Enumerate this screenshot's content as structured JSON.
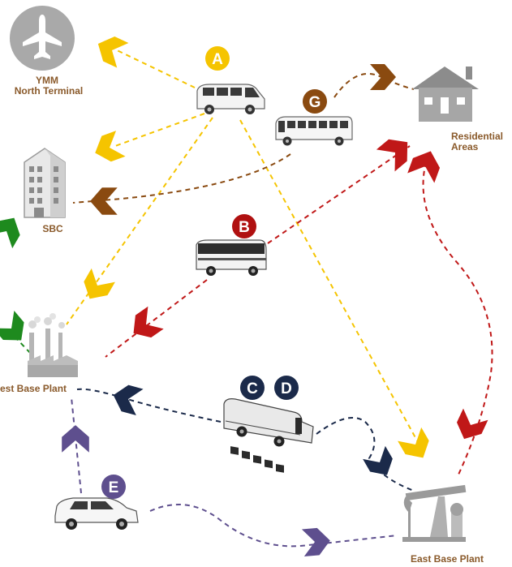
{
  "locations": {
    "airport": {
      "line1": "YMM",
      "line2": "North Terminal",
      "icon": "airplane-icon"
    },
    "residential": {
      "line1": "Residential",
      "line2": "Areas",
      "icon": "house-icon"
    },
    "sbc": {
      "label": "SBC",
      "icon": "office-building-icon"
    },
    "west_plant": {
      "label": "est Base Plant",
      "icon": "factory-icon"
    },
    "east_plant": {
      "label": "East Base Plant",
      "icon": "pumpjack-icon"
    }
  },
  "routes": {
    "A": {
      "label": "A",
      "color": "#f5c400",
      "vehicle": "minivan-icon"
    },
    "B": {
      "label": "B",
      "color": "#b01010",
      "vehicle": "coach-bus-icon"
    },
    "C": {
      "label": "C",
      "color": "#1b2a4a",
      "vehicle": "school-bus-icon"
    },
    "D": {
      "label": "D",
      "color": "#1b2a4a",
      "vehicle": "school-bus-icon"
    },
    "E": {
      "label": "E",
      "color": "#5a4a8a",
      "vehicle": "suv-icon"
    },
    "G": {
      "label": "G",
      "color": "#8a4a10",
      "vehicle": "shuttle-bus-icon"
    }
  },
  "colors": {
    "yellow": "#f5c400",
    "red": "#c01818",
    "navy": "#1b2a4a",
    "purple": "#5e4f8e",
    "brown": "#8a4a10",
    "green": "#1e8a1e",
    "label_brown": "#8a5a2b",
    "gray_icon": "#a9a9a9"
  }
}
